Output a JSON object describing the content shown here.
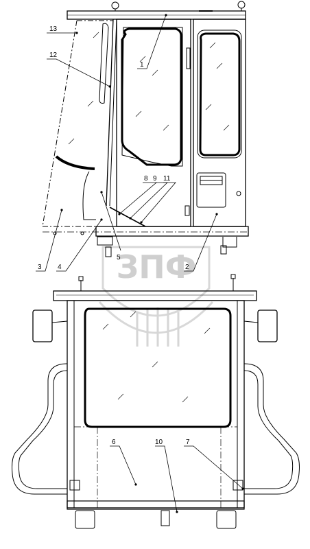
{
  "watermark": {
    "text": "ЗПФ"
  },
  "callouts": [
    {
      "id": "callout-1",
      "label": "1"
    },
    {
      "id": "callout-2",
      "label": "2"
    },
    {
      "id": "callout-3",
      "label": "3"
    },
    {
      "id": "callout-4",
      "label": "4"
    },
    {
      "id": "callout-5",
      "label": "5"
    },
    {
      "id": "callout-6",
      "label": "6"
    },
    {
      "id": "callout-7",
      "label": "7"
    },
    {
      "id": "callout-8",
      "label": "8"
    },
    {
      "id": "callout-9",
      "label": "9"
    },
    {
      "id": "callout-10",
      "label": "10"
    },
    {
      "id": "callout-11",
      "label": "11"
    },
    {
      "id": "callout-12",
      "label": "12"
    },
    {
      "id": "callout-13",
      "label": "13"
    }
  ]
}
